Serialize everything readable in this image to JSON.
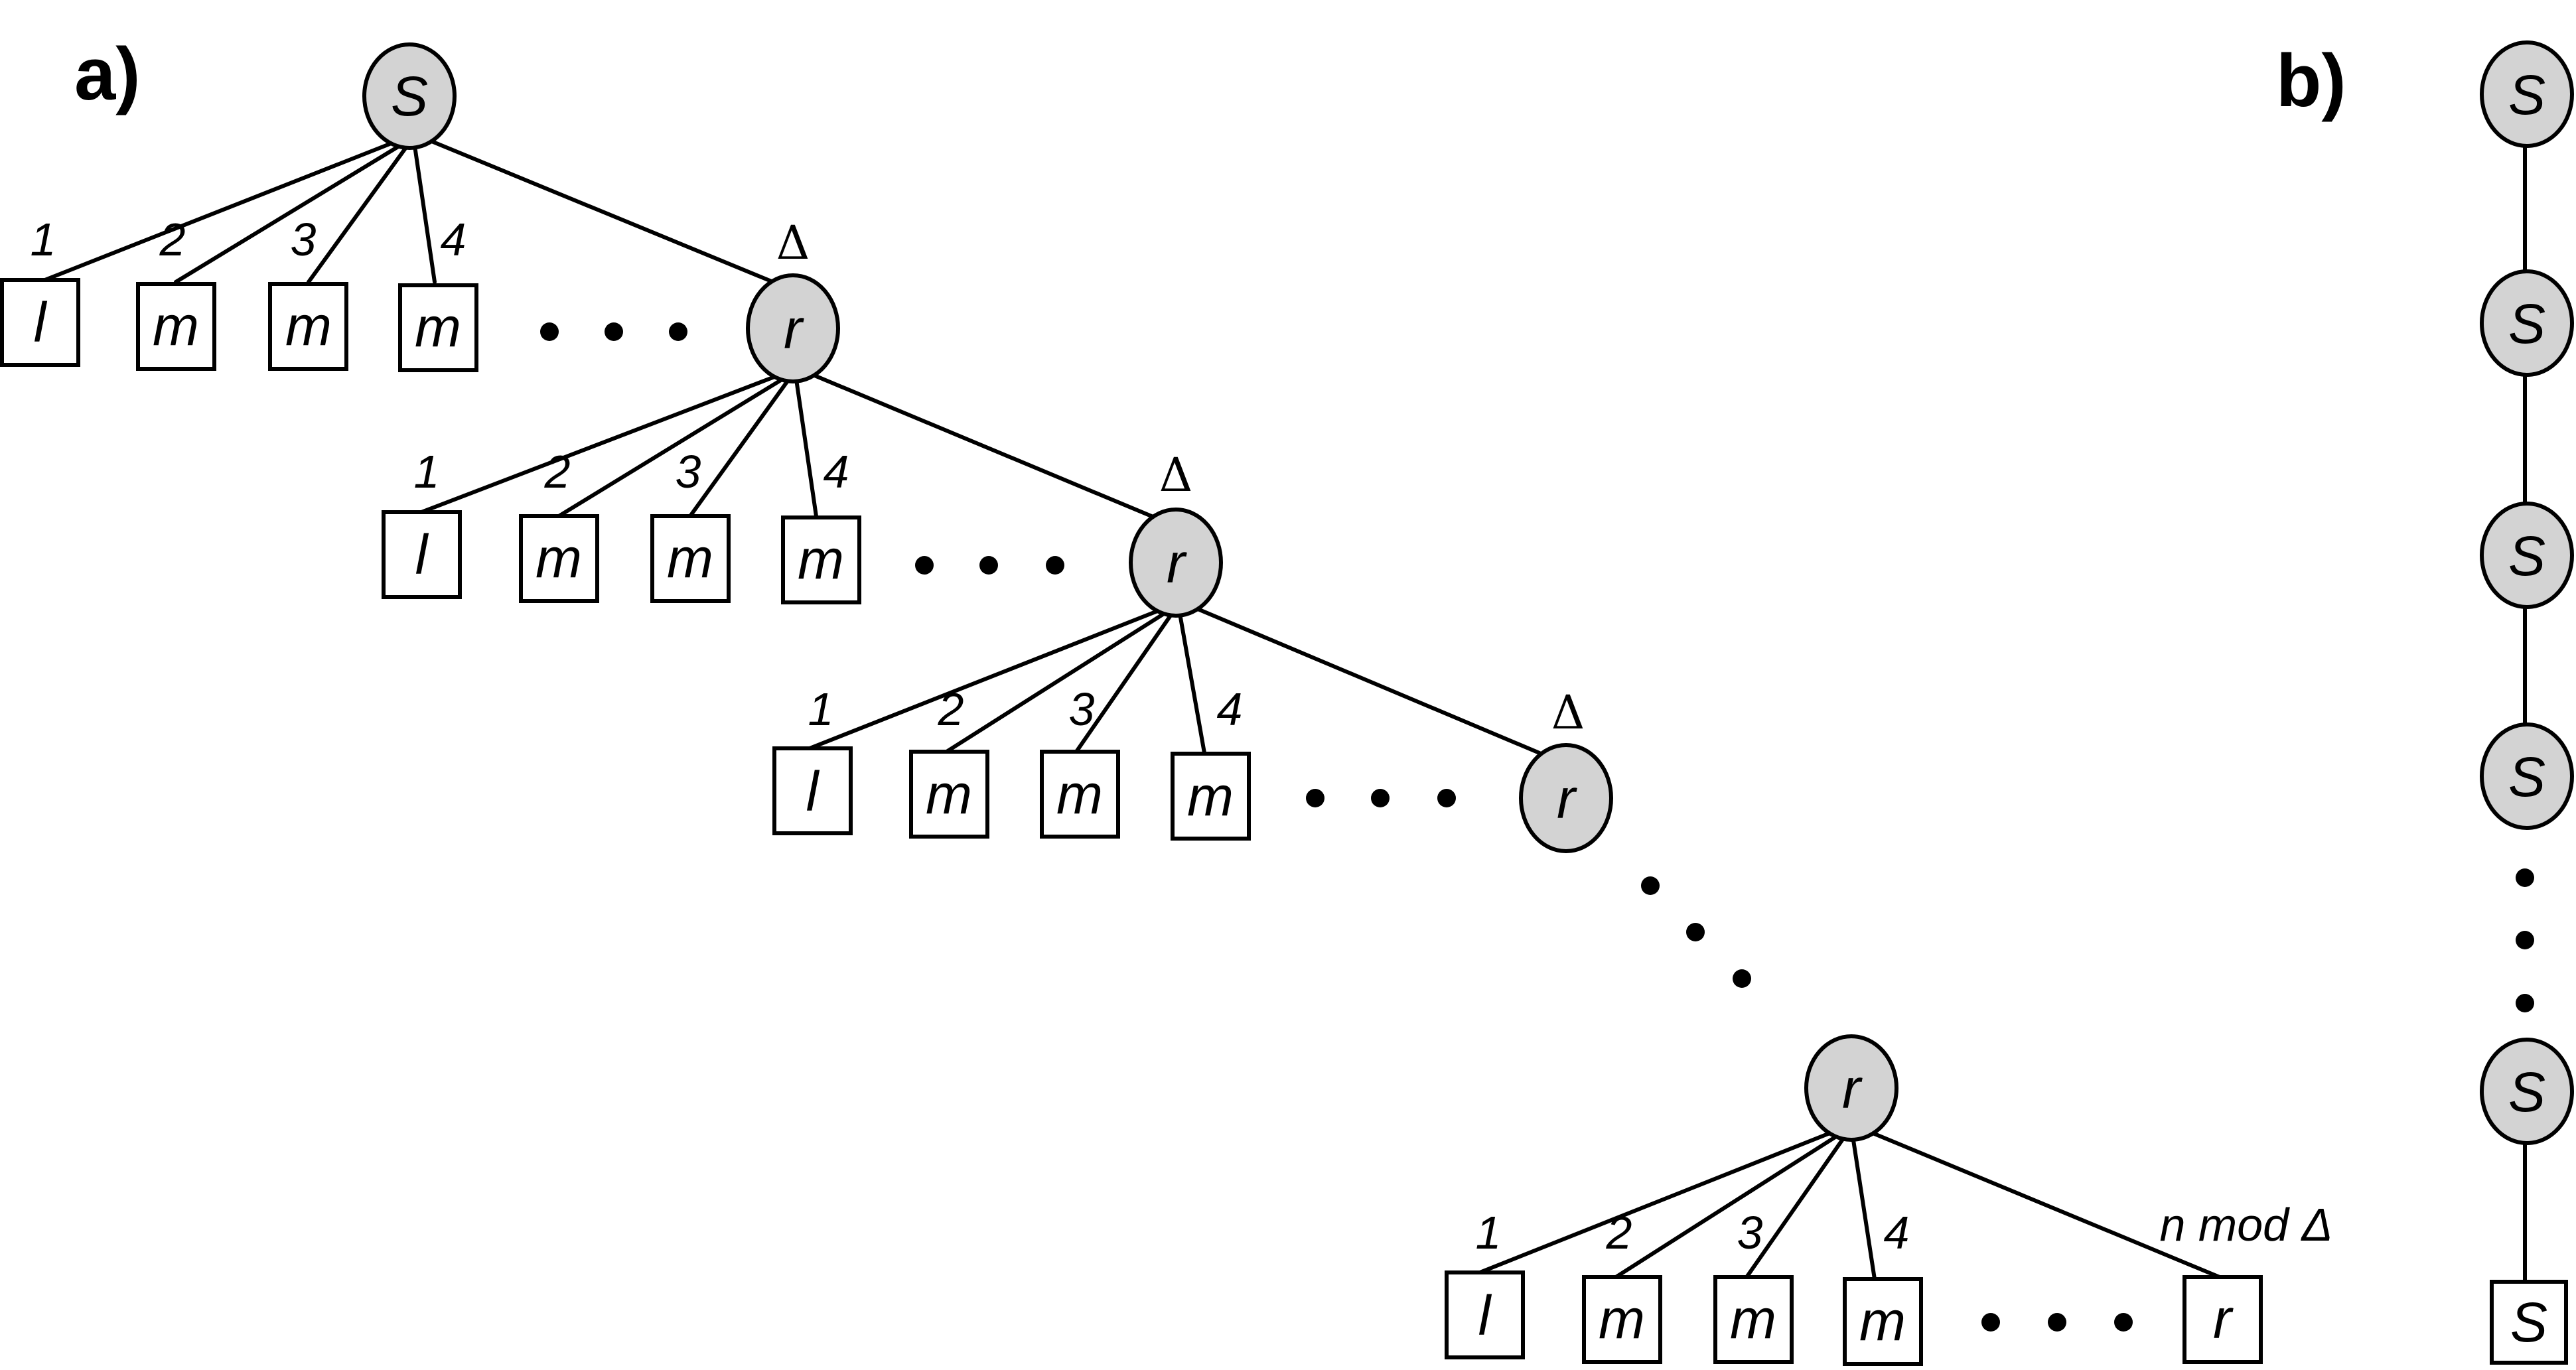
{
  "panels": {
    "a": "a)",
    "b": "b)"
  },
  "node_labels": {
    "root": "S",
    "right": "r",
    "left_leaf": "l",
    "middle_leaf": "m",
    "chain_node": "S",
    "chain_leaf": "S"
  },
  "edge_labels": {
    "child_1": "1",
    "child_2": "2",
    "child_3": "3",
    "child_4": "4",
    "delta": "Δ",
    "last_level": "n mod Δ"
  },
  "colors": {
    "internal_node_fill": "#d3d3d3",
    "leaf_fill": "#ffffff",
    "stroke": "#000000"
  }
}
